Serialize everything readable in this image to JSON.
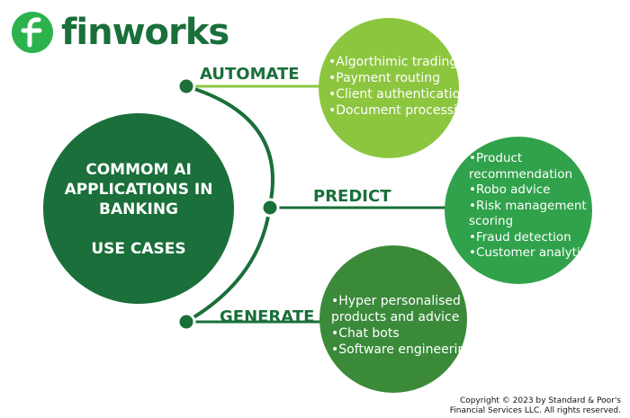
{
  "brand": {
    "name": "finworks",
    "logo_glyph": "f",
    "colors": {
      "dark_green": "#1a6f3a",
      "logo_green": "#2bb24c",
      "light_green": "#8cc63f",
      "mid_green": "#31a24c",
      "deep_green": "#3a8a3a"
    }
  },
  "center": {
    "line1": "COMMOM AI",
    "line2": "APPLICATIONS IN",
    "line3": "BANKING",
    "line4": "USE CASES"
  },
  "branches": [
    {
      "label": "AUTOMATE",
      "items": [
        "•Algorthimic trading",
        "•Payment routing",
        "•Client authentication",
        "•Document processing"
      ]
    },
    {
      "label": "PREDICT",
      "items": [
        "•Product",
        "recommendation",
        "•Robo advice",
        "•Risk management",
        "scoring",
        "•Fraud detection",
        "•Customer analytics"
      ]
    },
    {
      "label": "GENERATE",
      "items": [
        "•Hyper personalised",
        "products and advice",
        "•Chat bots",
        "•Software engineering"
      ]
    }
  ],
  "copyright": {
    "line1": "Copyright © 2023 by Standard & Poor's",
    "line2": "Financial Services LLC. All rights reserved."
  }
}
